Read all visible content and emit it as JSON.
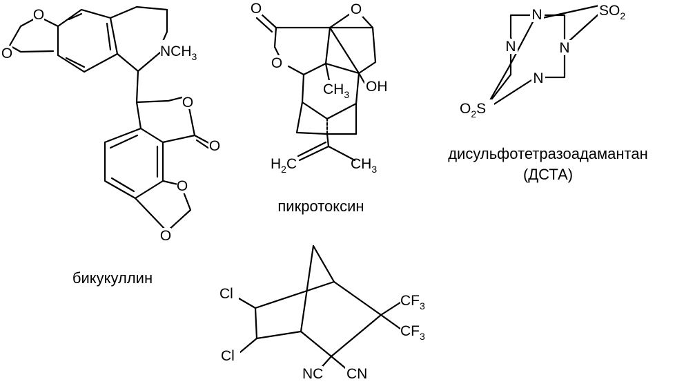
{
  "captions": {
    "bicuculline": "бикукуллин",
    "picrotoxin": "пикротоксин",
    "tetramine_line1": "дисульфотетразоадамантан",
    "tetramine_line2": "(ДСТА)"
  },
  "atoms": {
    "O": "O",
    "N": "N",
    "Cl": "Cl",
    "NCH": "NCH",
    "CH": "CH",
    "H2C_H": "H",
    "H2C_C": "C",
    "OH": "OH",
    "SO": "SO",
    "O2S_S": "S",
    "CF": "CF",
    "NC": "NC",
    "CN": "CN",
    "sub2": "2",
    "sub3": "3"
  }
}
